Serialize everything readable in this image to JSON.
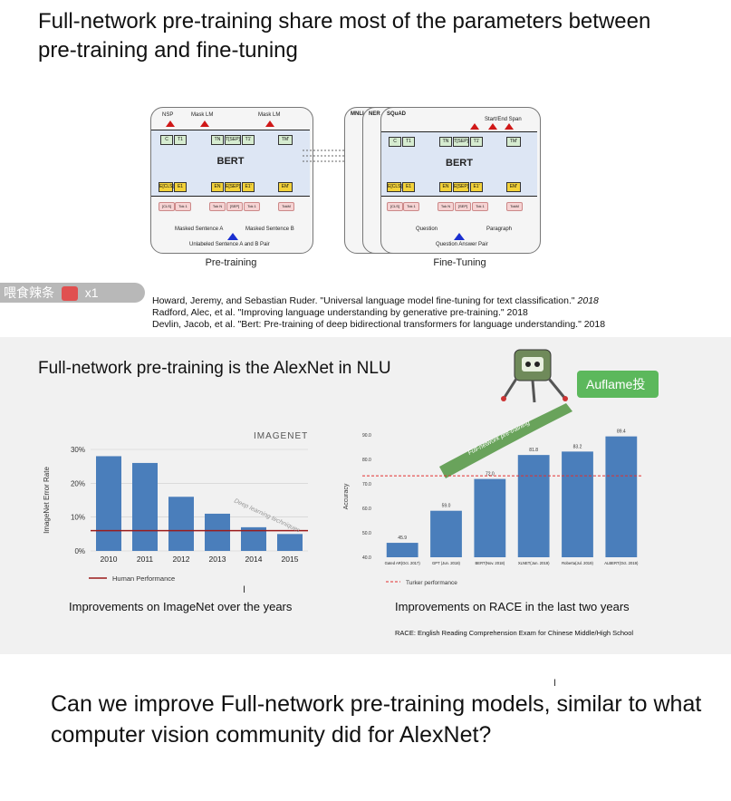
{
  "slide1": {
    "title": "Full-network pre-training share most of the parameters between pre-training and fine-tuning",
    "pretraining": {
      "top_labels": [
        "NSP",
        "Mask LM",
        "Mask LM"
      ],
      "model_label": "BERT",
      "tokens_top": [
        "C",
        "T1",
        "...",
        "TN",
        "T[SEP]",
        "T1'",
        "...",
        "TM'"
      ],
      "embeddings": [
        "E[CLS]",
        "E1",
        "...",
        "EN",
        "E[SEP]",
        "E1'",
        "...",
        "EM'"
      ],
      "inputs": [
        "[CLS]",
        "Tok 1",
        "...",
        "Tok N",
        "[SEP]",
        "Tok 1",
        "...",
        "TokM"
      ],
      "sentence_a": "Masked Sentence A",
      "sentence_b": "Masked Sentence B",
      "pair_label": "Unlabeled Sentence A and B Pair",
      "caption": "Pre-training"
    },
    "finetuning": {
      "tabs": [
        "MNLI",
        "NER",
        "SQuAD"
      ],
      "top_label": "Start/End Span",
      "model_label": "BERT",
      "tokens_top": [
        "C",
        "T1",
        "...",
        "TN",
        "T[SEP]",
        "T1'",
        "...",
        "TM'"
      ],
      "embeddings": [
        "E[CLS]",
        "E1",
        "...",
        "EN",
        "E[SEP]",
        "E1'",
        "...",
        "EM'"
      ],
      "inputs": [
        "[CLS]",
        "Tok 1",
        "...",
        "Tok N",
        "[SEP]",
        "Tok 1",
        "...",
        "TokM"
      ],
      "question": "Question",
      "paragraph": "Paragraph",
      "pair_label": "Question Answer Pair",
      "caption": "Fine-Tuning"
    },
    "references": [
      {
        "text": "Howard, Jeremy, and Sebastian Ruder. \"Universal language model fine-tuning for text classification.\" ",
        "year": "2018"
      },
      {
        "text": "Radford, Alec, et al. \"Improving language understanding by generative pre-training.\" 2018",
        "year": ""
      },
      {
        "text": "Devlin, Jacob, et al. \"Bert: Pre-training of deep bidirectional transformers for language understanding.\"  2018",
        "year": ""
      }
    ],
    "danmaku": {
      "text": "喂食辣条",
      "count": "x1"
    }
  },
  "slide2": {
    "title": "Full-network pre-training is the AlexNet in NLU",
    "badge": "Auflame投",
    "caption_left": "Improvements on ImageNet over the years",
    "caption_right": "Improvements on RACE in the last two years",
    "race_note": "RACE: English Reading Comprehension Exam for Chinese Middle/High School"
  },
  "slide3": {
    "text": "Can we improve Full-network pre-training models, similar to what computer vision community did for AlexNet?"
  },
  "colors": {
    "bar": "#4a7ebb",
    "human_line": "#9b1b1b",
    "turker_line": "#e23030",
    "band": "#5a9a4a",
    "badge": "#5cb85c"
  },
  "chart_data": [
    {
      "type": "bar",
      "logo": "IMAGENET",
      "categories": [
        "2010",
        "2011",
        "2012",
        "2013",
        "2014",
        "2015"
      ],
      "values": [
        28,
        26,
        16,
        11,
        7,
        5
      ],
      "ylabel": "ImageNet Error Rate",
      "ylim": [
        0,
        30
      ],
      "yticks": [
        "0%",
        "10%",
        "20%",
        "30%"
      ],
      "annotation": "Deep learning techniques",
      "reference_line": {
        "name": "Human Performance",
        "value": 6
      },
      "legend": "bottom"
    },
    {
      "type": "bar",
      "categories": [
        "Gated AR(Oct. 2017)",
        "GPT (Jun. 2018)",
        "BERT(Nov. 2018)",
        "XLNET(Jun. 2019)",
        "Roberta(Jul. 2019)",
        "ALBERT(Oct. 2019)"
      ],
      "values": [
        45.9,
        59.0,
        72.0,
        81.8,
        83.2,
        89.4
      ],
      "value_labels": [
        "45.9",
        "59.0",
        "72.0",
        "81.8",
        "83.2",
        "89.4"
      ],
      "ylabel": "Accuracy",
      "ylim": [
        40,
        90
      ],
      "yticks": [
        "40.0",
        "50.0",
        "60.0",
        "70.0",
        "80.0",
        "90.0"
      ],
      "annotation": "Full-network pre-training",
      "reference_line": {
        "name": "Turker performance",
        "value": 73.3
      },
      "legend": "bottom"
    }
  ]
}
